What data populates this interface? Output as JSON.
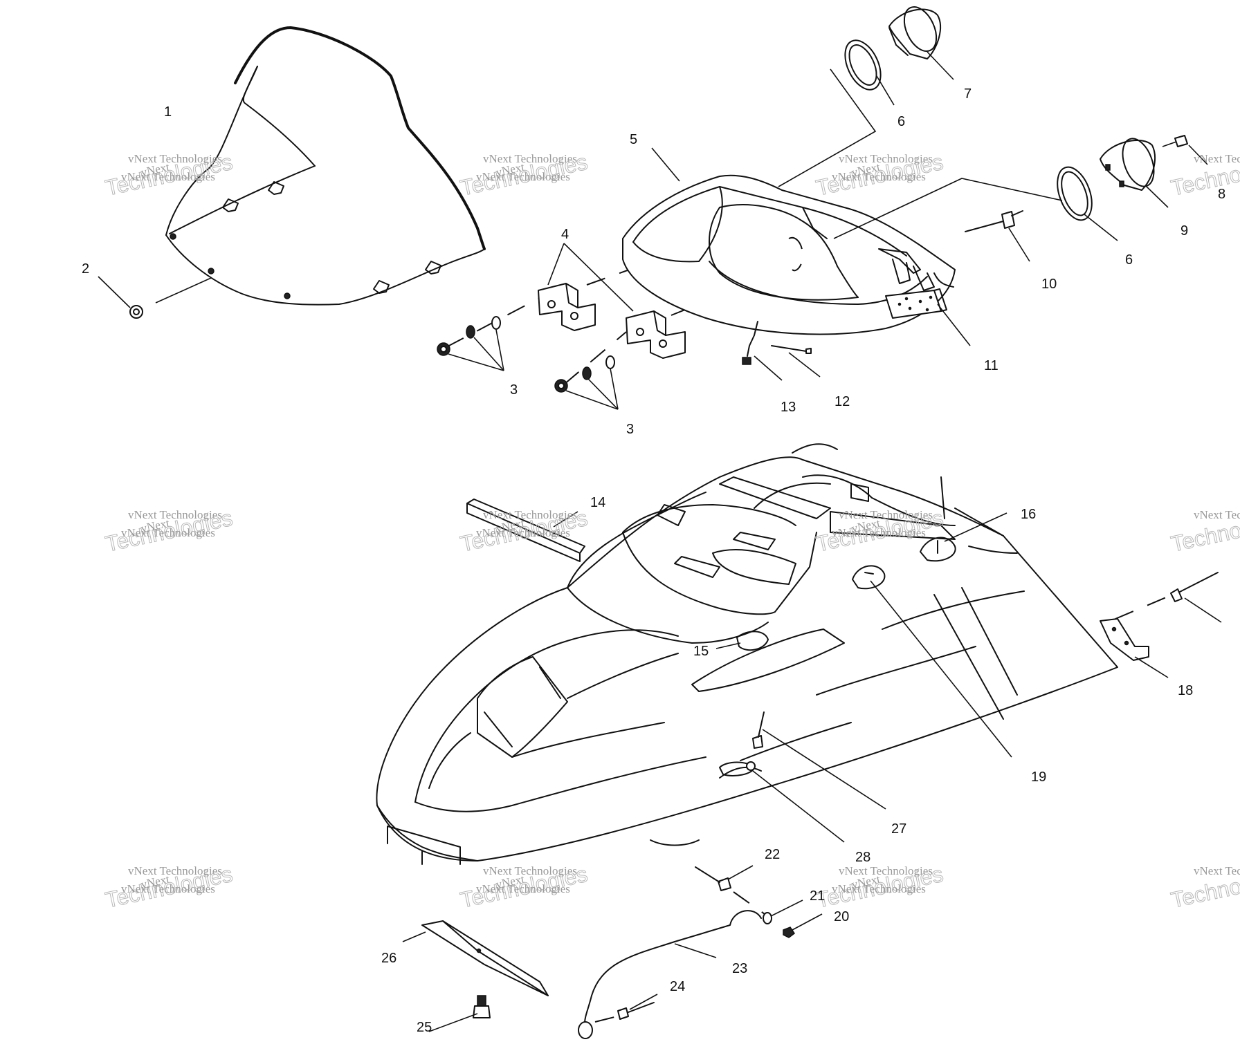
{
  "callouts": {
    "c1": "1",
    "c2": "2",
    "c3a": "3",
    "c3b": "3",
    "c4": "4",
    "c5": "5",
    "c6a": "6",
    "c6b": "6",
    "c7": "7",
    "c8": "8",
    "c9": "9",
    "c10": "10",
    "c11": "11",
    "c12": "12",
    "c13": "13",
    "c14": "14",
    "c15": "15",
    "c16": "16",
    "c18": "18",
    "c19": "19",
    "c20": "20",
    "c21": "21",
    "c22": "22",
    "c23": "23",
    "c24": "24",
    "c25": "25",
    "c26": "26",
    "c27": "27",
    "c28": "28"
  },
  "watermark": {
    "line1": "vNext",
    "line2": "vNext Technologies",
    "line3": "Technologies"
  },
  "colors": {
    "ink": "#111111",
    "watermark": "#9a9a9a",
    "background": "#ffffff"
  }
}
